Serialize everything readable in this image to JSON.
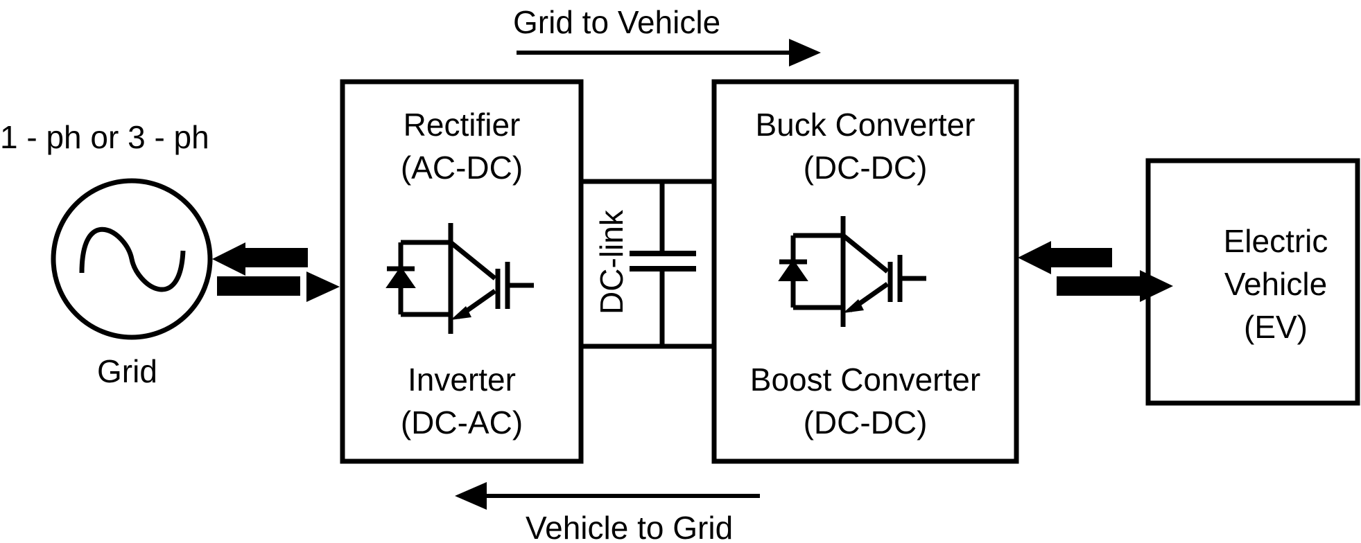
{
  "flows": {
    "grid_to_vehicle": "Grid to Vehicle",
    "vehicle_to_grid": "Vehicle to Grid"
  },
  "grid": {
    "phase_label": "1 - ph or 3 - ph",
    "label": "Grid",
    "icon": "ac-source-icon"
  },
  "ac_dc_block": {
    "top_title": "Rectifier",
    "top_sub": "(AC-DC)",
    "bottom_title": "Inverter",
    "bottom_sub": "(DC-AC)",
    "icon": "igbt-diode-icon"
  },
  "dc_link": {
    "label": "DC-link",
    "icon": "capacitor-icon"
  },
  "dc_dc_block": {
    "top_title": "Buck Converter",
    "top_sub": "(DC-DC)",
    "bottom_title": "Boost Converter",
    "bottom_sub": "(DC-DC)",
    "icon": "igbt-diode-icon"
  },
  "ev": {
    "line1": "Electric",
    "line2": "Vehicle",
    "line3": "(EV)"
  },
  "colors": {
    "stroke": "#000000",
    "background": "#ffffff"
  }
}
